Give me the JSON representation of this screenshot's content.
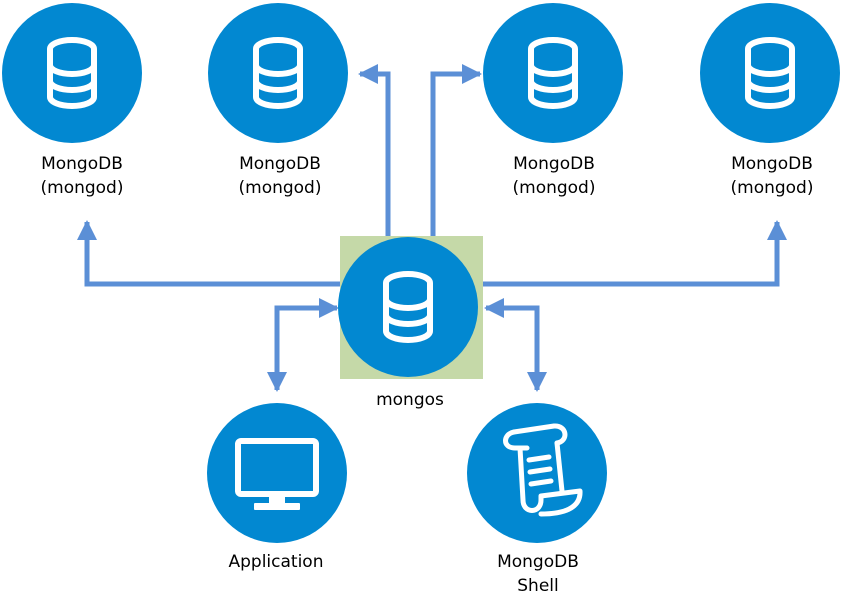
{
  "colors": {
    "node_fill": "#0288D1",
    "icon": "#ffffff",
    "connector": "#5B8FD6",
    "mongos_background": "#C5D9A8"
  },
  "nodes": {
    "shard_1": {
      "icon": "database-icon",
      "line1": "MongoDB",
      "line2": "(mongod)"
    },
    "shard_2": {
      "icon": "database-icon",
      "line1": "MongoDB",
      "line2": "(mongod)"
    },
    "shard_3": {
      "icon": "database-icon",
      "line1": "MongoDB",
      "line2": "(mongod)"
    },
    "shard_4": {
      "icon": "database-icon",
      "line1": "MongoDB",
      "line2": "(mongod)"
    },
    "mongos": {
      "icon": "database-icon",
      "label": "mongos"
    },
    "application": {
      "icon": "monitor-icon",
      "label": "Application"
    },
    "shell": {
      "icon": "scroll-icon",
      "line1": "MongoDB",
      "line2": "Shell"
    }
  }
}
